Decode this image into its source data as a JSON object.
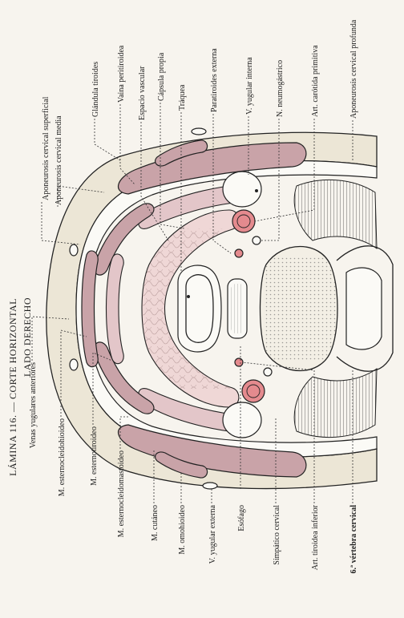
{
  "plate": {
    "title": "LÁMINA 116. — CORTE HORIZONTAL",
    "subtitle": "LADO DERECHO"
  },
  "labels_top": [
    "Aponeurosis cervical superficial",
    "Aponeurosis cervical media",
    "Glándula tiroides",
    "Vaina peritiroidea",
    "Espacio vascular",
    "Cápsula propia",
    "Tráquea",
    "Paratiroides externa",
    "V. yugular interna",
    "N. neumogástrico",
    "Art. carótida primitiva",
    "Aponeurosis cervical profunda"
  ],
  "labels_bottom": [
    "Venas yugulares anteriores",
    "M. esternocleidohioideo",
    "M. esternotiroideo",
    "M. esternocleidomastoideo",
    "M. cutáneo",
    "M. omohioideo",
    "V. yugular externa",
    "Esófago",
    "Simpático cervical",
    "Art. tiroidea inferior",
    "6.ª vértebra cervical"
  ],
  "colors": {
    "muscle": "#c9a3a8",
    "gland": "#efd7d6",
    "artery": "#e48a8e",
    "paper": "#f7f4ee"
  }
}
